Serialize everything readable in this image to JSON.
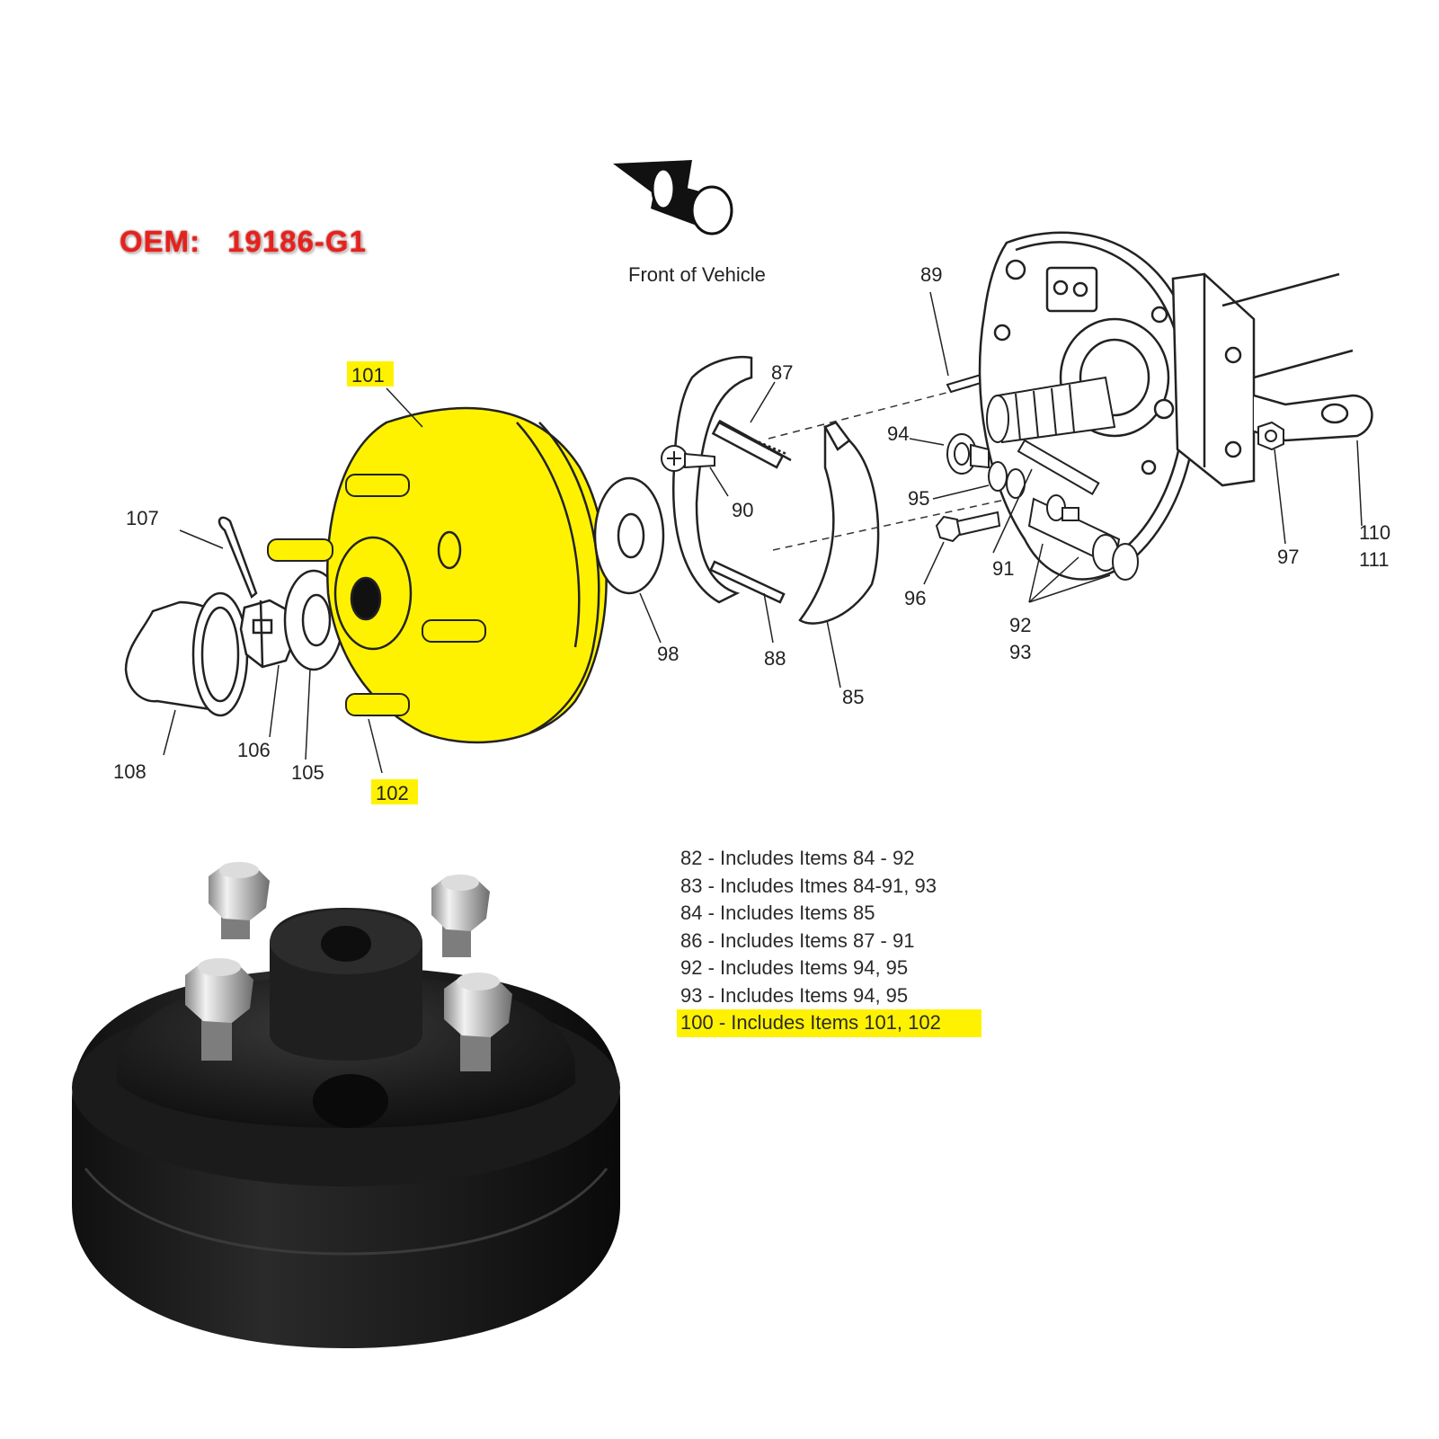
{
  "oem": {
    "label": "OEM:",
    "number": "19186-G1"
  },
  "front_label": "Front of Vehicle",
  "callouts": {
    "c101": "101",
    "c102": "102",
    "c105": "105",
    "c106": "106",
    "c107": "107",
    "c108": "108",
    "c98": "98",
    "c87": "87",
    "c88": "88",
    "c90": "90",
    "c85": "85",
    "c89": "89",
    "c94": "94",
    "c95": "95",
    "c96": "96",
    "c91": "91",
    "c92": "92",
    "c93": "93",
    "c97": "97",
    "c110": "110",
    "c111": "111"
  },
  "highlighted_callouts": [
    "101",
    "102"
  ],
  "legend": [
    "82 - Includes Items 84 - 92",
    "83 - Includes Itmes 84-91,  93",
    "84 - Includes Items 85",
    "86 - Includes Items 87 - 91",
    "92 - Includes Items 94, 95",
    "93 - Includes Items 94, 95",
    "100 - Includes Items 101, 102"
  ],
  "colors": {
    "highlight": "#fff200",
    "oem_red": "#e8211c",
    "drum_black": "#1a1a1a",
    "line": "#222222"
  }
}
